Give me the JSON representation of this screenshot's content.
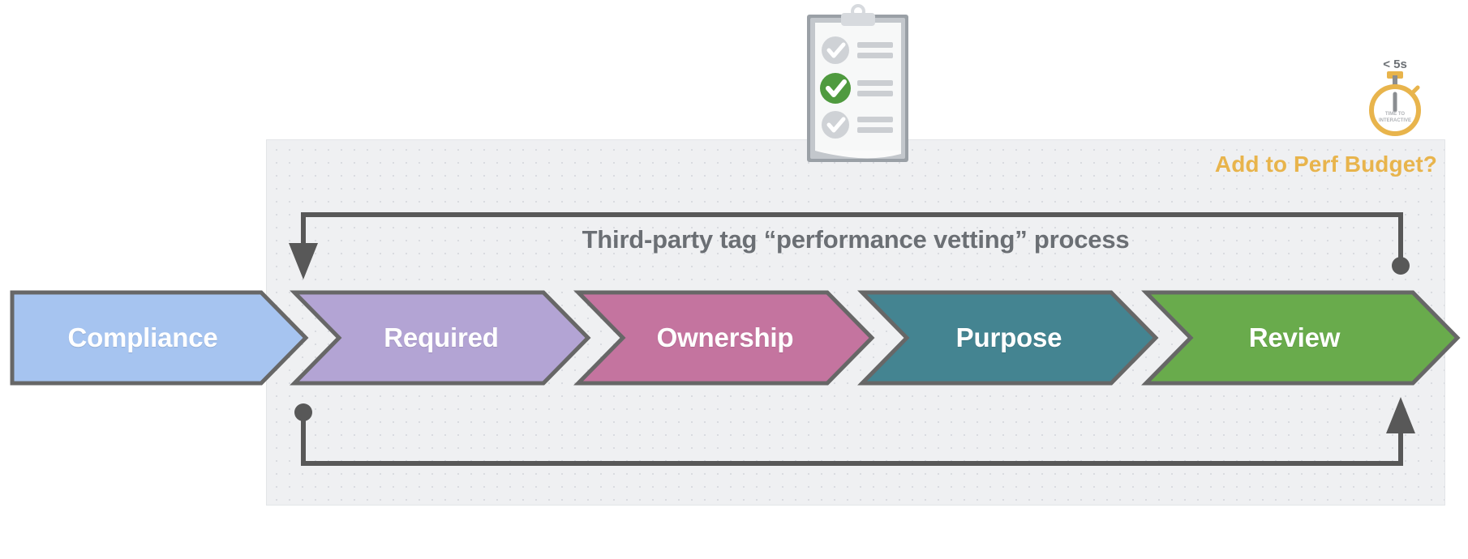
{
  "diagram": {
    "title": "Third-party tag “performance vetting” process",
    "perf_budget_label": "Add to Perf Budget?",
    "panel_bg": "#eff0f2",
    "accent_color": "#e8b44c",
    "connector_color": "#585858",
    "title_color": "#6b6f74"
  },
  "steps": [
    {
      "label": "Compliance",
      "color": "#a6c4f0",
      "border": "#676767"
    },
    {
      "label": "Required",
      "color": "#b3a4d4",
      "border": "#676767"
    },
    {
      "label": "Ownership",
      "color": "#c4749f",
      "border": "#676767"
    },
    {
      "label": "Purpose",
      "color": "#448491",
      "border": "#676767"
    },
    {
      "label": "Review",
      "color": "#69ab4c",
      "border": "#676767"
    }
  ],
  "stopwatch": {
    "caption": "< 5s",
    "face_line_1": "TIME TO",
    "face_line_2": "INTERACTIVE",
    "color": "#e8b44c"
  },
  "clipboard": {
    "rows": [
      {
        "state": "unchecked",
        "color": "#cfd2d6"
      },
      {
        "state": "checked",
        "color": "#4f9a3f"
      },
      {
        "state": "unchecked",
        "color": "#cfd2d6"
      }
    ]
  },
  "connectors": {
    "top_loop": {
      "start": "dot-right",
      "end": "arrow-down-left"
    },
    "bottom_loop": {
      "start": "dot-left",
      "end": "arrow-up-right"
    }
  }
}
